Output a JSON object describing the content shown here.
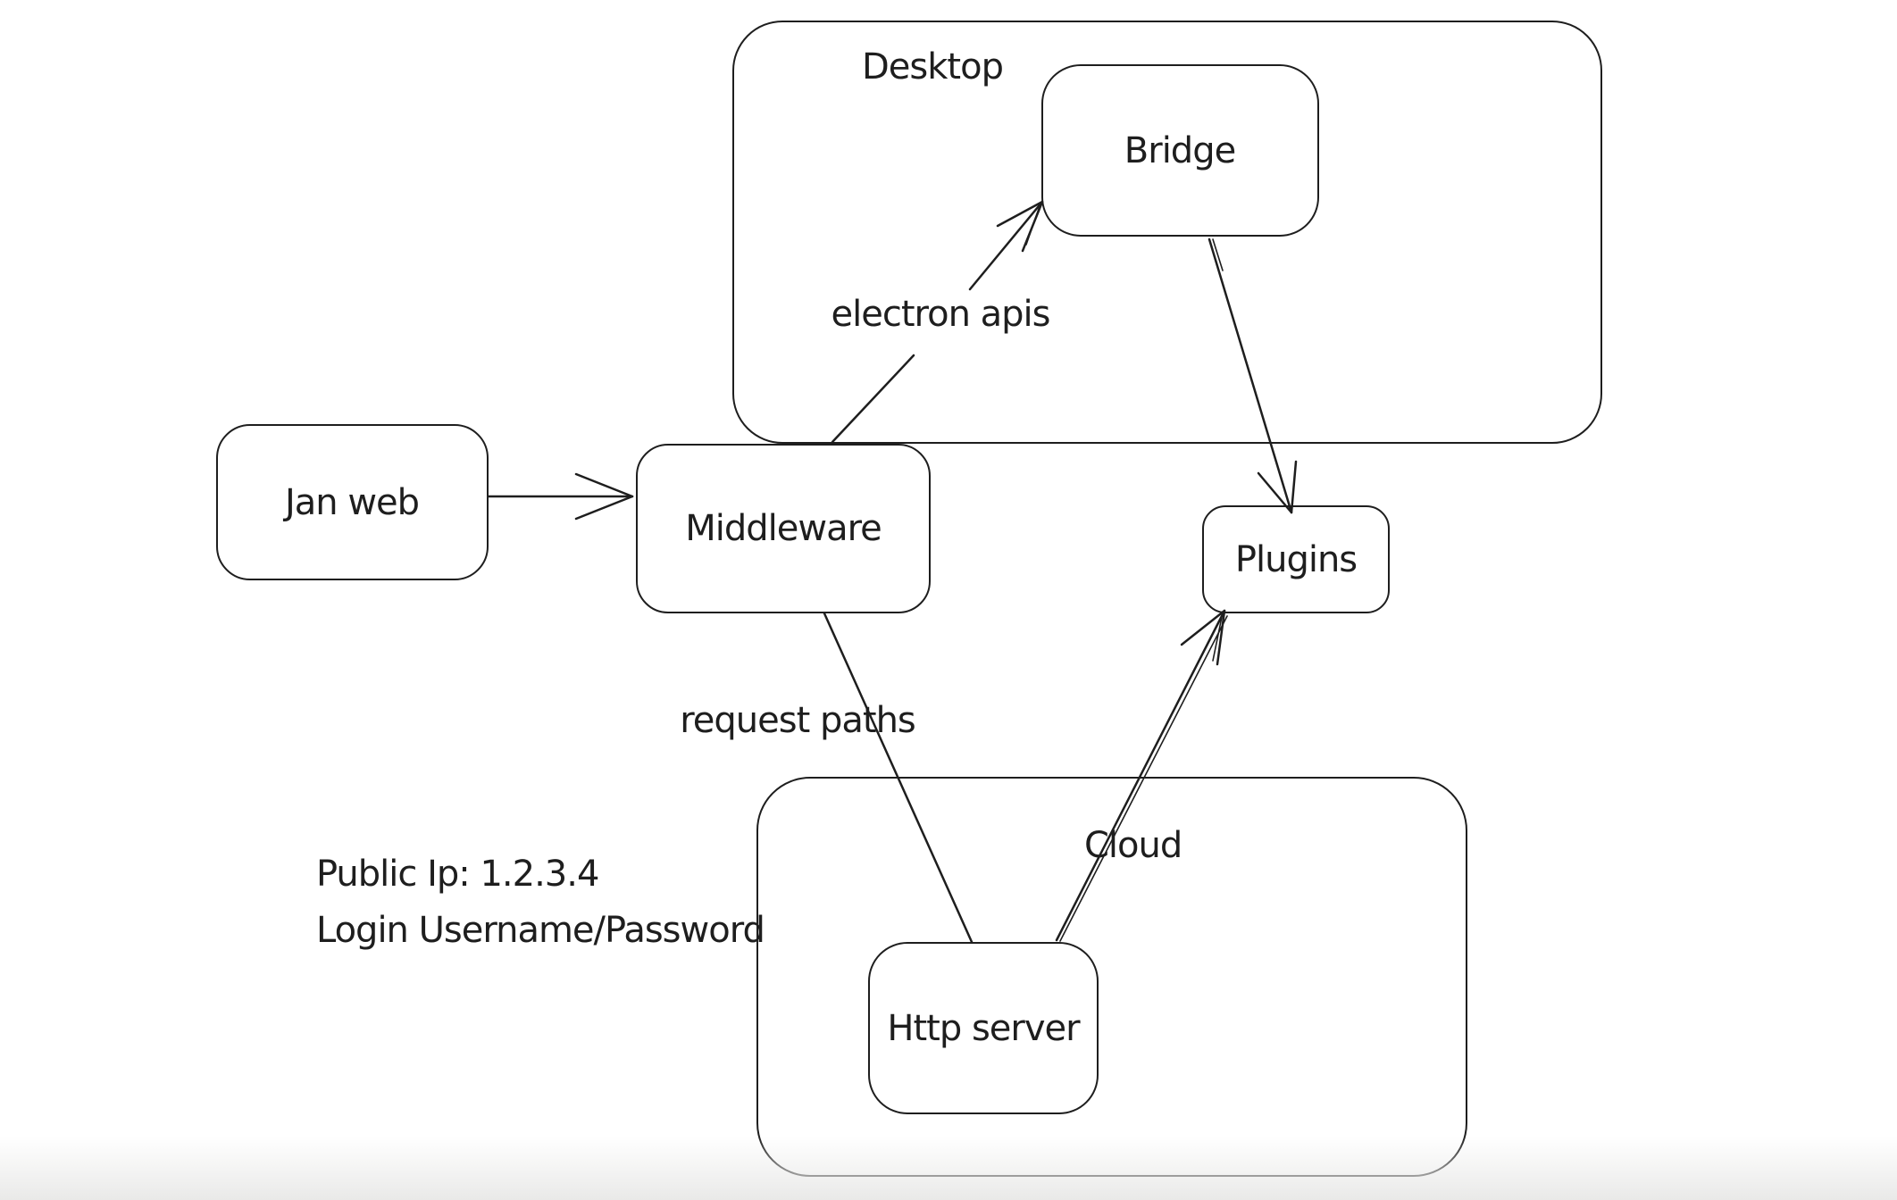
{
  "canvas": {
    "background_color": "#ffffff",
    "stroke_color": "#1e1e1e",
    "bottom_fade_color": "#e9e9e8",
    "style": "hand-drawn sketch diagram"
  },
  "containers": {
    "desktop": {
      "label": "Desktop",
      "children": [
        "Bridge"
      ]
    },
    "cloud": {
      "label": "Cloud",
      "children": [
        "Http server"
      ]
    }
  },
  "nodes": {
    "jan_web": {
      "label": "Jan web"
    },
    "middleware": {
      "label": "Middleware"
    },
    "bridge": {
      "label": "Bridge"
    },
    "plugins": {
      "label": "Plugins"
    },
    "http_server": {
      "label": "Http server"
    }
  },
  "edges": [
    {
      "from": "Jan web",
      "to": "Middleware",
      "label": "",
      "arrowhead": "open-arrow at Middleware"
    },
    {
      "from": "Middleware",
      "to": "Bridge",
      "label": "electron apis",
      "arrowhead": "open-arrow at Bridge"
    },
    {
      "from": "Bridge",
      "to": "Plugins",
      "label": "",
      "arrowhead": "open-arrow at Plugins"
    },
    {
      "from": "Middleware",
      "to": "Http server",
      "label": "request paths",
      "arrowhead": "none"
    },
    {
      "from": "Http server",
      "to": "Plugins",
      "label": "",
      "arrowhead": "open-arrow at Plugins"
    }
  ],
  "edge_labels": {
    "electron_apis": "electron apis",
    "request_paths": "request paths"
  },
  "annotation": {
    "line1": "Public Ip: 1.2.3.4",
    "line2": "Login Username/Password"
  }
}
